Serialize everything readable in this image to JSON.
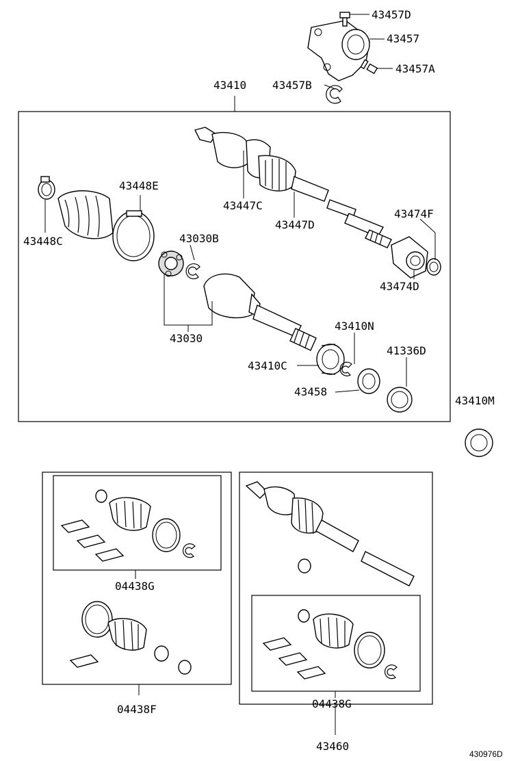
{
  "labels": {
    "p43457D": "43457D",
    "p43457": "43457",
    "p43457A": "43457A",
    "p43457B": "43457B",
    "p43410": "43410",
    "p43448E": "43448E",
    "p43448C": "43448C",
    "p43447C": "43447C",
    "p43447D": "43447D",
    "p43474F": "43474F",
    "p43474D": "43474D",
    "p43030B": "43030B",
    "p43030": "43030",
    "p43410N": "43410N",
    "p43410C": "43410C",
    "p41336D": "41336D",
    "p43458": "43458",
    "p43410M": "43410M",
    "p04438G_left": "04438G",
    "p04438F": "04438F",
    "p04438G_right": "04438G",
    "p43460": "43460"
  },
  "reference": "430976D"
}
